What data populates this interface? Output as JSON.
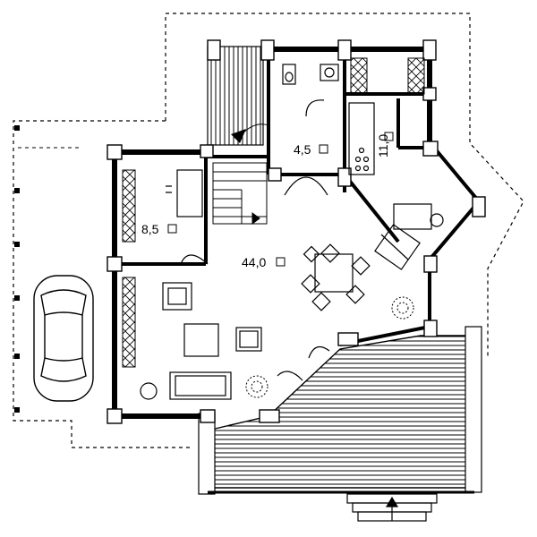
{
  "floor_plan": {
    "rooms": [
      {
        "id": "bathroom",
        "area_label": "4,5"
      },
      {
        "id": "kitchen",
        "area_label": "11,0"
      },
      {
        "id": "bedroom",
        "area_label": "8,5"
      },
      {
        "id": "living-room",
        "area_label": "44,0"
      }
    ]
  }
}
